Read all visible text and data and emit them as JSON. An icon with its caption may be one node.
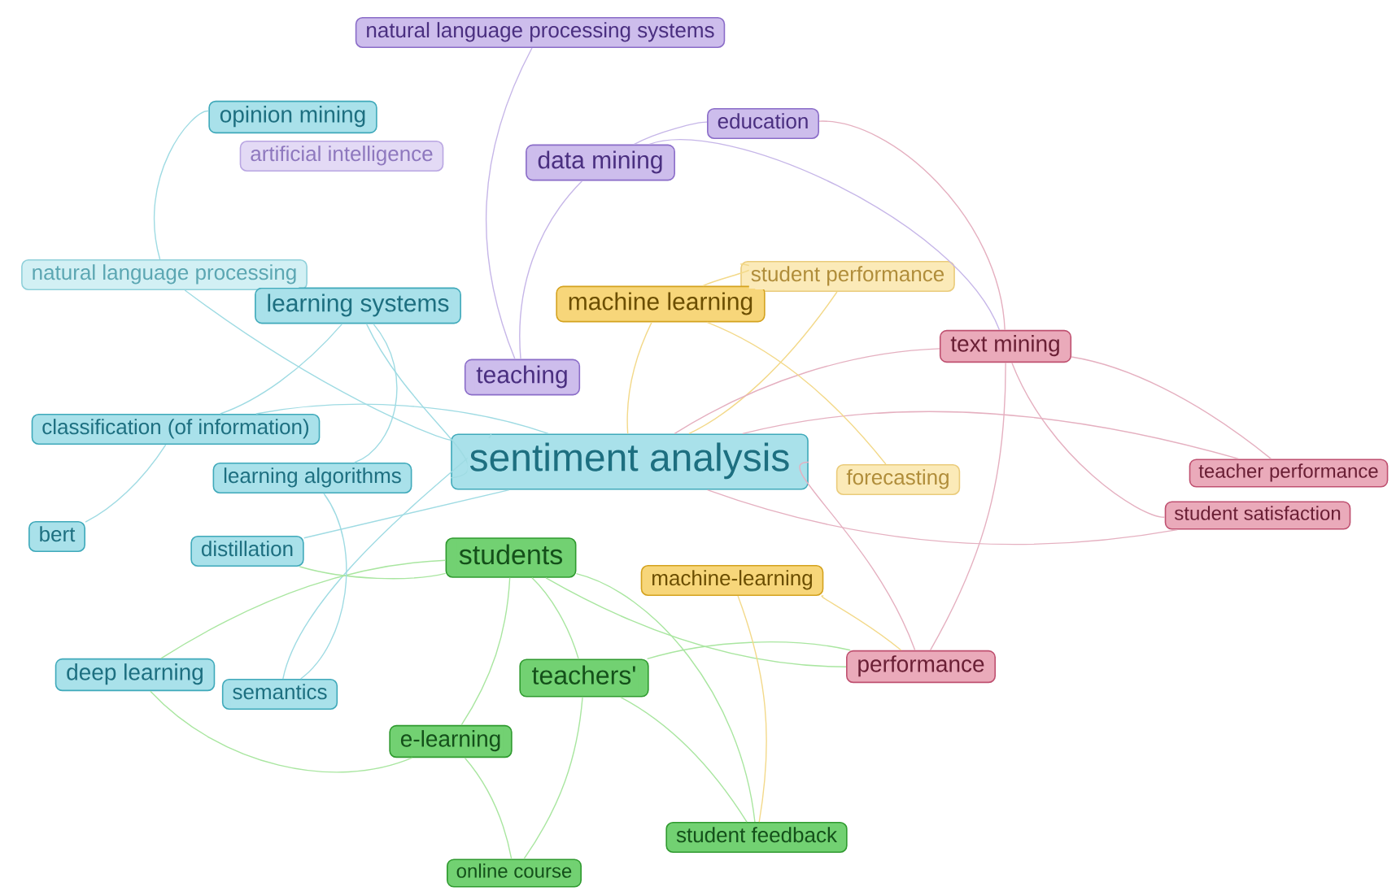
{
  "diagram": {
    "nodes": [
      {
        "text": [
          "natural language processing systems"
        ]
      },
      {
        "text": [
          "opinion mining"
        ]
      },
      {
        "text": [
          "education"
        ]
      },
      {
        "text": [
          "artificial intelligence"
        ]
      },
      {
        "text": [
          "data mining"
        ]
      },
      {
        "text": [
          "natural language processing"
        ]
      },
      {
        "text": [
          "student performance"
        ]
      },
      {
        "text": [
          "learning systems"
        ]
      },
      {
        "text": [
          "machine learning"
        ]
      },
      {
        "text": [
          "text mining"
        ]
      },
      {
        "text": [
          "teaching"
        ]
      },
      {
        "text": [
          "classification (of information)"
        ]
      },
      {
        "text": [
          "sentiment analysis"
        ]
      },
      {
        "text": [
          "learning algorithms"
        ]
      },
      {
        "text": [
          "forecasting"
        ]
      },
      {
        "text": [
          "teacher performance"
        ]
      },
      {
        "text": [
          "student satisfaction"
        ]
      },
      {
        "text": [
          "bert"
        ]
      },
      {
        "text": [
          "distillation"
        ]
      },
      {
        "text": [
          "students"
        ]
      },
      {
        "text": [
          "machine-learning"
        ]
      },
      {
        "text": [
          "performance"
        ]
      },
      {
        "text": [
          "deep learning"
        ]
      },
      {
        "text": [
          "semantics"
        ]
      },
      {
        "text": [
          "teachers'"
        ]
      },
      {
        "text": [
          "e-learning"
        ]
      },
      {
        "text": [
          "student feedback"
        ]
      },
      {
        "text": [
          "online course"
        ]
      }
    ],
    "edges": [
      {
        "from": 12,
        "to": 5,
        "arrow": "none",
        "color": "#9fdbe3"
      },
      {
        "from": 12,
        "to": 6,
        "arrow": "none",
        "color": "#f3d98a"
      },
      {
        "from": 12,
        "to": 7,
        "arrow": "none",
        "color": "#9fdbe3"
      },
      {
        "from": 12,
        "to": 8,
        "arrow": "none",
        "color": "#f3d98a"
      },
      {
        "from": 12,
        "to": 9,
        "arrow": "none",
        "color": "#e5b0c0"
      },
      {
        "from": 12,
        "to": 11,
        "arrow": "none",
        "color": "#9fdbe3"
      },
      {
        "from": 12,
        "to": 15,
        "arrow": "none",
        "color": "#e5b0c0"
      },
      {
        "from": 12,
        "to": 16,
        "arrow": "none",
        "color": "#e5b0c0"
      },
      {
        "from": 12,
        "to": 18,
        "arrow": "none",
        "color": "#9fdbe3"
      },
      {
        "from": 12,
        "to": 21,
        "arrow": "none",
        "color": "#e5b0c0"
      },
      {
        "from": 12,
        "to": 23,
        "arrow": "none",
        "color": "#9fdbe3"
      },
      {
        "from": 19,
        "to": 24,
        "arrow": "none",
        "color": "#a9e6a0"
      },
      {
        "from": 19,
        "to": 25,
        "arrow": "none",
        "color": "#a9e6a0"
      },
      {
        "from": 19,
        "to": 26,
        "arrow": "none",
        "color": "#a9e6a0"
      },
      {
        "from": 19,
        "to": 22,
        "arrow": "none",
        "color": "#a9e6a0"
      },
      {
        "from": 19,
        "to": 18,
        "arrow": "none",
        "color": "#a9e6a0"
      },
      {
        "from": 19,
        "to": 21,
        "arrow": "none",
        "color": "#a9e6a0"
      },
      {
        "from": 24,
        "to": 26,
        "arrow": "none",
        "color": "#a9e6a0"
      },
      {
        "from": 24,
        "to": 27,
        "arrow": "none",
        "color": "#a9e6a0"
      },
      {
        "from": 24,
        "to": 21,
        "arrow": "none",
        "color": "#a9e6a0"
      },
      {
        "from": 25,
        "to": 22,
        "arrow": "none",
        "color": "#a9e6a0"
      },
      {
        "from": 25,
        "to": 27,
        "arrow": "none",
        "color": "#a9e6a0"
      },
      {
        "from": 10,
        "to": 0,
        "arrow": "none",
        "color": "#c6b6e8"
      },
      {
        "from": 10,
        "to": 4,
        "arrow": "none",
        "color": "#c6b6e8"
      },
      {
        "from": 4,
        "to": 2,
        "arrow": "none",
        "color": "#c6b6e8"
      },
      {
        "from": 4,
        "to": 9,
        "arrow": "none",
        "color": "#c6b6e8"
      },
      {
        "from": 2,
        "to": 9,
        "arrow": "none",
        "color": "#e5b0c0"
      },
      {
        "from": 9,
        "to": 15,
        "arrow": "none",
        "color": "#e5b0c0"
      },
      {
        "from": 9,
        "to": 16,
        "arrow": "none",
        "color": "#e5b0c0"
      },
      {
        "from": 9,
        "to": 21,
        "arrow": "none",
        "color": "#e5b0c0"
      },
      {
        "from": 8,
        "to": 6,
        "arrow": "none",
        "color": "#f3d98a"
      },
      {
        "from": 8,
        "to": 14,
        "arrow": "none",
        "color": "#f3d98a"
      },
      {
        "from": 1,
        "to": 5,
        "arrow": "none",
        "color": "#9fdbe3"
      },
      {
        "from": 7,
        "to": 13,
        "arrow": "none",
        "color": "#9fdbe3"
      },
      {
        "from": 7,
        "to": 11,
        "arrow": "none",
        "color": "#9fdbe3"
      },
      {
        "from": 11,
        "to": 17,
        "arrow": "none",
        "color": "#9fdbe3"
      },
      {
        "from": 13,
        "to": 23,
        "arrow": "none",
        "color": "#9fdbe3"
      },
      {
        "from": 20,
        "to": 21,
        "arrow": "none",
        "color": "#f3d98a"
      },
      {
        "from": 20,
        "to": 26,
        "arrow": "none",
        "color": "#f3d98a"
      }
    ]
  }
}
